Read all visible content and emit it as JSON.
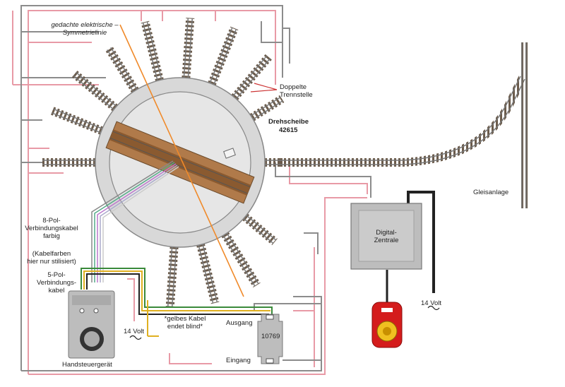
{
  "labels": {
    "symmetry_line": "gedachte elektrische –\nSymmetrielinie",
    "double_separation": "Doppelte\nTrennstelle",
    "turntable": "Drehscheibe",
    "turntable_number": "42615",
    "track_layout": "Gleisanlage",
    "digital_central": "Digital-\nZentrale",
    "volt_right": "14 Volt",
    "volt_left": "14 Volt",
    "cable_8pol": "8-Pol-\nVerbindungskabel\nfarbig",
    "cable_colors_note": "(Kabelfarben\nhier nur stilisiert)",
    "cable_5pol": "5-Pol-\nVerbindungs-\nkabel",
    "yellow_cable_note": "*gelbes Kabel\nendet blind*",
    "output": "Ausgang",
    "input": "Eingang",
    "module_number": "10769",
    "hand_controller": "Handsteuergerät"
  },
  "colors": {
    "track": "#8a7a6a",
    "sleeper": "#5a4a3a",
    "turntable_fill": "#d8d8d8",
    "bridge": "#b07a4a",
    "pink_wire": "#e89aa6",
    "grey_wire": "#8c8c8c",
    "orange_line": "#f08a2a",
    "box_fill": "#bdbdbd",
    "controller_red": "#d41c1c"
  }
}
